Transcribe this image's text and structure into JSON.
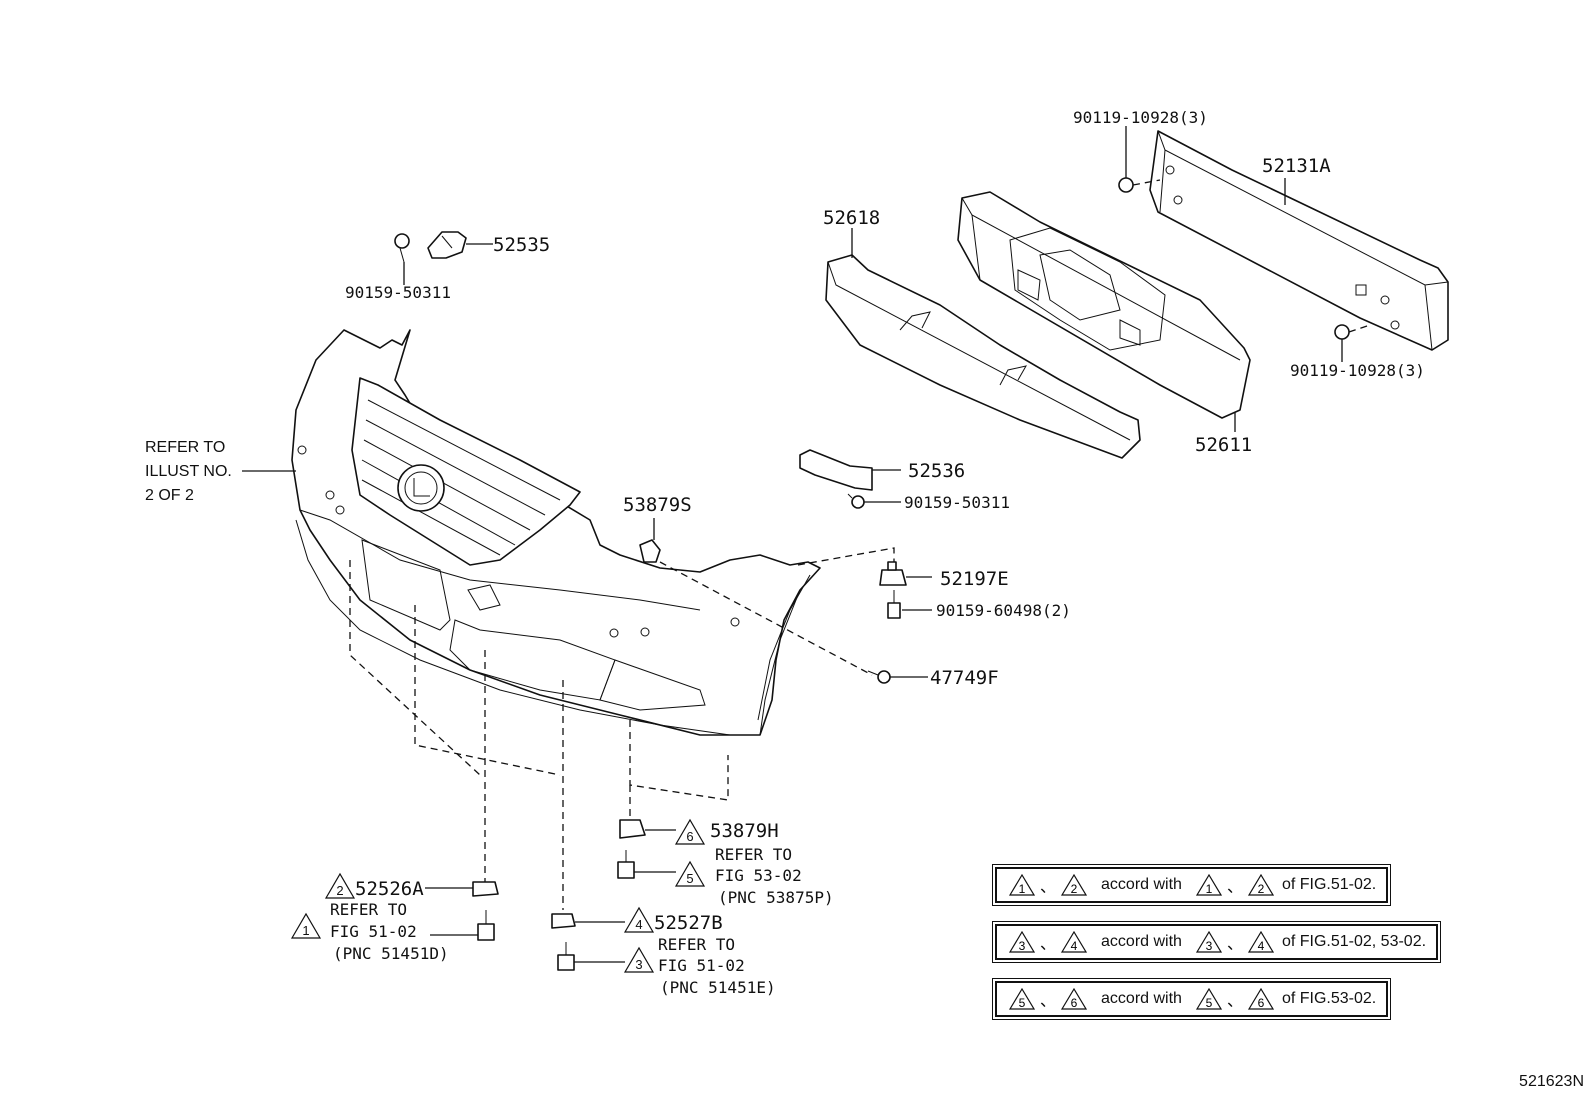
{
  "figure_id": "521623N",
  "labels": {
    "p52131A": "52131A",
    "p90119_top": "90119-10928(3)",
    "p90119_bot": "90119-10928(3)",
    "p52618": "52618",
    "p52611": "52611",
    "p52535": "52535",
    "p90159_50311_top": "90159-50311",
    "p52536": "52536",
    "p90159_50311_mid": "90159-50311",
    "p53879S": "53879S",
    "p52197E": "52197E",
    "p90159_60498": "90159-60498(2)",
    "p47749F": "47749F",
    "p53879H": "53879H",
    "p52526A": "52526A",
    "p52527B": "52527B"
  },
  "refer_illust": [
    "REFER TO",
    "ILLUST NO.",
    "2 OF 2"
  ],
  "refer_53875P": [
    "REFER TO",
    "FIG 53-02",
    "(PNC 53875P)"
  ],
  "refer_51451D": [
    "REFER TO",
    "FIG 51-02",
    "(PNC 51451D)"
  ],
  "refer_51451E": [
    "REFER TO",
    "FIG 51-02",
    "(PNC 51451E)"
  ],
  "triangles": {
    "t6": "6",
    "t5": "5",
    "t2": "2",
    "t1": "1",
    "t4": "4",
    "t3": "3"
  },
  "legend": [
    {
      "a": "1",
      "b": "2",
      "mid": "accord with",
      "c": "1",
      "d": "2",
      "suffix": "of FIG.51-02."
    },
    {
      "a": "3",
      "b": "4",
      "mid": "accord with",
      "c": "3",
      "d": "4",
      "suffix": "of FIG.51-02, 53-02."
    },
    {
      "a": "5",
      "b": "6",
      "mid": "accord with",
      "c": "5",
      "d": "6",
      "suffix": "of FIG.53-02."
    }
  ],
  "separator": "、"
}
